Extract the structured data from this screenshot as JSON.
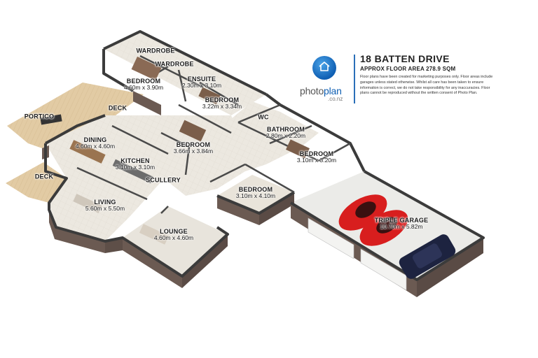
{
  "header": {
    "title": "18 BATTEN DRIVE",
    "area": "APPROX FLOOR AREA 278.9 SQM",
    "disclaimer": "Floor plans have been created for marketing purposes only. Floor areas include garages unless stated otherwise. Whilst all care has been taken to ensure information is correct, we do not take responsibility for any inaccuracies. Floor plans cannot be reproduced without the written consent of Photo Plan."
  },
  "logo": {
    "brand_prefix": "photo",
    "brand_suffix": "plan",
    "domain": ".co.nz",
    "icon": "house-icon",
    "color": "#0f5fb3"
  },
  "rooms": {
    "wardrobe1": {
      "name": "WARDROBE",
      "dim": ""
    },
    "wardrobe2": {
      "name": "WARDROBE",
      "dim": ""
    },
    "master_bedroom": {
      "name": "BEDROOM",
      "dim": "4.60m x 3.90m"
    },
    "ensuite": {
      "name": "ENSUITE",
      "dim": "2.30m x 3.10m"
    },
    "bedroom2": {
      "name": "BEDROOM",
      "dim": "3.22m x 3.34m"
    },
    "portico": {
      "name": "PORTICO",
      "dim": ""
    },
    "deck_top": {
      "name": "DECK",
      "dim": ""
    },
    "deck_left": {
      "name": "DECK",
      "dim": ""
    },
    "wc": {
      "name": "WC",
      "dim": ""
    },
    "bathroom": {
      "name": "BATHROOM",
      "dim": "2.80m x 2.20m"
    },
    "dining": {
      "name": "DINING",
      "dim": "4.60m x 4.60m"
    },
    "bedroom3": {
      "name": "BEDROOM",
      "dim": "3.66m x 3.84m"
    },
    "bedroom4": {
      "name": "BEDROOM",
      "dim": "3.10m x 3.20m"
    },
    "kitchen": {
      "name": "KITCHEN",
      "dim": "3.10m x 3.10m"
    },
    "scullery": {
      "name": "SCULLERY",
      "dim": ""
    },
    "living": {
      "name": "LIVING",
      "dim": "5.60m x 5.50m"
    },
    "bedroom5": {
      "name": "BEDROOM",
      "dim": "3.10m x 4.10m"
    },
    "garage": {
      "name": "TRIPLE GARAGE",
      "dim": "10.70m x 5.82m"
    },
    "lounge": {
      "name": "LOUNGE",
      "dim": "4.60m x 4.60m"
    }
  },
  "colors": {
    "floor": "#ece7dd",
    "deck": "#e2cba4",
    "wall_top": "#3b3b3b",
    "wall_side": "#6b5a52",
    "garage_floor": "#ebebe8",
    "car_red": "#d81e1e",
    "car_navy": "#1d2340"
  }
}
